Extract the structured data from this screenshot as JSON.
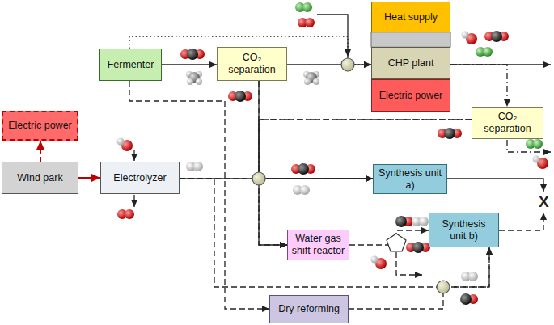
{
  "diagram": {
    "nodes": [
      {
        "text": [
          "Fermenter"
        ]
      },
      {
        "text": [
          "CO₂ separation"
        ]
      },
      {
        "text": [
          "Heat supply"
        ]
      },
      {
        "text": [
          "CHP plant"
        ]
      },
      {
        "text": [
          "Electric power"
        ]
      },
      {
        "text": [
          "CO₂ separation"
        ]
      },
      {
        "text": [
          "Electric power"
        ]
      },
      {
        "text": [
          "Wind park"
        ]
      },
      {
        "text": [
          "Electrolyzer"
        ]
      },
      {
        "text": [
          "Synthesis unit a)"
        ]
      },
      {
        "text": [
          "Water gas shift reactor"
        ]
      },
      {
        "text": [
          "Synthesis unit b)"
        ]
      },
      {
        "text": [
          "Dry reforming"
        ]
      }
    ],
    "edges": [
      {
        "from": 0,
        "to": 1,
        "arrow": "to"
      },
      {
        "from": 1,
        "to": 3,
        "arrow": "to"
      },
      {
        "from": 0,
        "to": 3,
        "arrow": "to"
      },
      {
        "from": 3,
        "to": 5,
        "arrow": "to"
      },
      {
        "from": 5,
        "to": 9,
        "arrow": "to"
      },
      {
        "from": 1,
        "to": 9,
        "arrow": "to"
      },
      {
        "from": 8,
        "to": 9,
        "arrow": "to"
      },
      {
        "from": 7,
        "to": 8,
        "arrow": "to"
      },
      {
        "from": 7,
        "to": 6,
        "arrow": "to"
      },
      {
        "from": 1,
        "to": 10,
        "arrow": "to"
      },
      {
        "from": 8,
        "to": 10,
        "arrow": "to"
      },
      {
        "from": 5,
        "to": 10,
        "arrow": "to"
      },
      {
        "from": 10,
        "to": 11,
        "arrow": "to"
      },
      {
        "from": 8,
        "to": 11,
        "arrow": "to"
      },
      {
        "from": 0,
        "to": 12,
        "arrow": "to"
      },
      {
        "from": 12,
        "to": 11,
        "arrow": "to"
      }
    ],
    "labels": [
      "X"
    ]
  }
}
